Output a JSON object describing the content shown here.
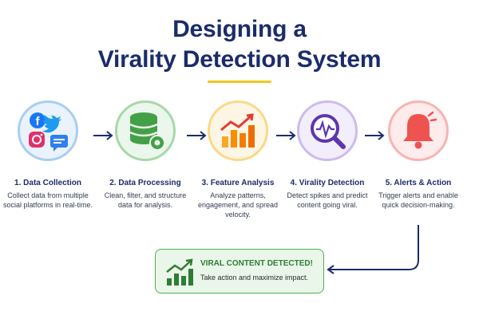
{
  "title": {
    "line1": "Designing a",
    "line2": "Virality Detection System"
  },
  "colors": {
    "title": "#1b2c6b",
    "underline": "#f5c518",
    "arrow": "#1b2c6b",
    "step1": "#3a8dde",
    "step2": "#43a047",
    "step3": "#f9a825",
    "step4": "#7e57c2",
    "step5": "#ef5350",
    "result": "#2e7d32"
  },
  "steps": [
    {
      "title": "1. Data Collection",
      "desc": "Collect data from multiple social platforms in real-time.",
      "icons": [
        "facebook-icon",
        "twitter-icon",
        "instagram-icon",
        "chat-icon"
      ]
    },
    {
      "title": "2. Data Processing",
      "desc": "Clean, filter, and structure data for analysis.",
      "icons": [
        "database-icon",
        "gear-icon"
      ]
    },
    {
      "title": "3. Feature Analysis",
      "desc": "Analyze patterns, engagement, and spread velocity.",
      "icons": [
        "bar-chart-icon"
      ]
    },
    {
      "title": "4. Virality Detection",
      "desc": "Detect spikes and predict content going viral.",
      "icons": [
        "magnifier-pulse-icon"
      ]
    },
    {
      "title": "5. Alerts & Action",
      "desc": "Trigger alerts and enable quick decision-making.",
      "icons": [
        "bell-icon"
      ]
    }
  ],
  "result": {
    "title": "VIRAL CONTENT DETECTED!",
    "text": "Take action and maximize impact.",
    "icon": "growth-chart-icon"
  }
}
